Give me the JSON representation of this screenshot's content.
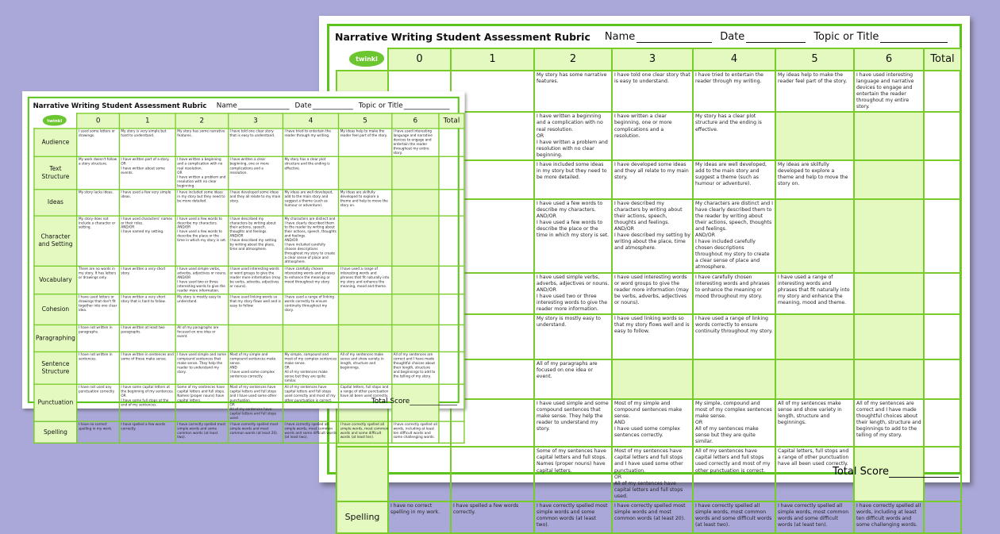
{
  "sheet": {
    "title": "Narrative Writing Student Assessment Rubric",
    "fields": [
      "Name",
      "Date",
      "Topic or Title"
    ],
    "logo_text": "twinkl",
    "total_score_label": "Total Score",
    "columns": [
      "0",
      "1",
      "2",
      "3",
      "4",
      "5",
      "6",
      "Total"
    ],
    "rows": [
      {
        "label": "Audience",
        "cells": [
          "I used some letters or drawings.",
          "My story is very simple but hard to understand.",
          "My story has some narrative features.",
          "I have told one clear story that is easy to understand.",
          "I have tried to entertain the reader through my writing.",
          "My ideas help to make the reader feel part of the story.",
          "I have used interesting language and narrative devices to engage and entertain the reader throughout my entire story."
        ]
      },
      {
        "label": "Text Structure",
        "cells": [
          "My work doesn't follow a story structure.",
          "I have written part of a story.\nOR\nI have written about some events.",
          "I have written a beginning and a complication with no real resolution.\nOR\nI have written a problem and resolution with no clear beginning.",
          "I have written a clear beginning, one or more complications and a resolution.",
          "My story has a clear plot structure and the ending is effective.",
          "",
          ""
        ]
      },
      {
        "label": "Ideas",
        "cells": [
          "My story lacks ideas.",
          "I have used a few very simple ideas.",
          "I have included some ideas in my story but they need to be more detailed.",
          "I have developed some ideas and they all relate to my main story.",
          "My ideas are well developed, add to the main story and suggest a theme (such as humour or adventure).",
          "My ideas are skilfully developed to explore a theme and help to move the story on.",
          ""
        ]
      },
      {
        "label": "Character and Setting",
        "cells": [
          "My story does not include a character or setting.",
          "I have used characters' names or their roles.\nAND/OR\nI have named my setting.",
          "I have used a few words to describe my characters.\nAND/OR\nI have used a few words to describe the place or the time in which my story is set.",
          "I have described my characters by writing about their actions, speech, thoughts and feelings.\nAND/OR\nI have described my setting by writing about the place, time and atmosphere.",
          "My characters are distinct and I have clearly described them to the reader by writing about their actions, speech, thoughts and feelings.\nAND/OR\nI have included carefully chosen descriptions throughout my story to create a clear sense of place and atmosphere.",
          "",
          ""
        ]
      },
      {
        "label": "Vocabulary",
        "cells": [
          "There are no words in my story. It has letters or drawings only.",
          "I have written a very short story.",
          "I have used simple verbs, adverbs, adjectives or nouns.\nAND/OR\nI have used two or three interesting words to give the reader more information.",
          "I have used interesting words or word groups to give the reader more information (may be verbs, adverbs, adjectives or nouns).",
          "I have carefully chosen interesting words and phrases to enhance the meaning or mood throughout my story.",
          "I have used a range of interesting words and phrases that fit naturally into my story and enhance the meaning, mood and theme.",
          ""
        ]
      },
      {
        "label": "Cohesion",
        "cells": [
          "I have used letters or drawings that don't fit together into one clear idea.",
          "I have written a very short story that is hard to follow.",
          "My story is mostly easy to understand.",
          "I have used linking words so that my story flows well and is easy to follow.",
          "I have used a range of linking words correctly to ensure continuity throughout my story.",
          "",
          ""
        ]
      },
      {
        "label": "Paragraphing",
        "cells": [
          "I have not written in paragraphs.",
          "I have written at least two paragraphs.",
          "All of my paragraphs are focused on one idea or event.",
          "",
          "",
          "",
          ""
        ]
      },
      {
        "label": "Sentence Structure",
        "cells": [
          "I have not written in sentences.",
          "I have written in sentences and some of these make sense.",
          "I have used simple and some compound sentences that make sense. They help the reader to understand my story.",
          "Most of my simple and compound sentences make sense.\nAND\nI have used some complex sentences correctly.",
          "My simple, compound and most of my complex sentences make sense.\nOR\nAll of my sentences make sense but they are quite similar.",
          "All of my sentences make sense and show variety in length, structure and beginnings.",
          "All of my sentences are correct and I have made thoughtful choices about their length, structure and beginnings to add to the telling of my story."
        ]
      },
      {
        "label": "Punctuation",
        "cells": [
          "I have not used any punctuation correctly.",
          "I have some capital letters at the beginning of my sentences.\nOR\nI have some full stops at the end of my sentences.",
          "Some of my sentences have capital letters and full stops. Names (proper nouns) have capital letters.",
          "Most of my sentences have capital letters and full stops and I have used some other punctuation.\nOR\nAll of my sentences have capital letters and full stops used.",
          "All of my sentences have capital letters and full stops used correctly and most of my other punctuation is correct.",
          "Capital letters, full stops and a range of other punctuation have all been used correctly.",
          ""
        ]
      },
      {
        "label": "Spelling",
        "cells": [
          "I have no correct spelling in my work.",
          "I have spelled a few words correctly.",
          "I have correctly spelled most simple words and some common words (at least two).",
          "I have correctly spelled most simple words and most common words (at least 20).",
          "I have correctly spelled all simple words, most common words and some difficult words (at least two).",
          "I have correctly spelled all simple words, most common words and some difficult words (at least ten).",
          "I have correctly spelled all words, including at least ten difficult words and some challenging words."
        ]
      }
    ]
  },
  "colors": {
    "background": "#aaa8d8",
    "border_green": "#5cc21c",
    "cell_green": "#e4f9c0"
  }
}
